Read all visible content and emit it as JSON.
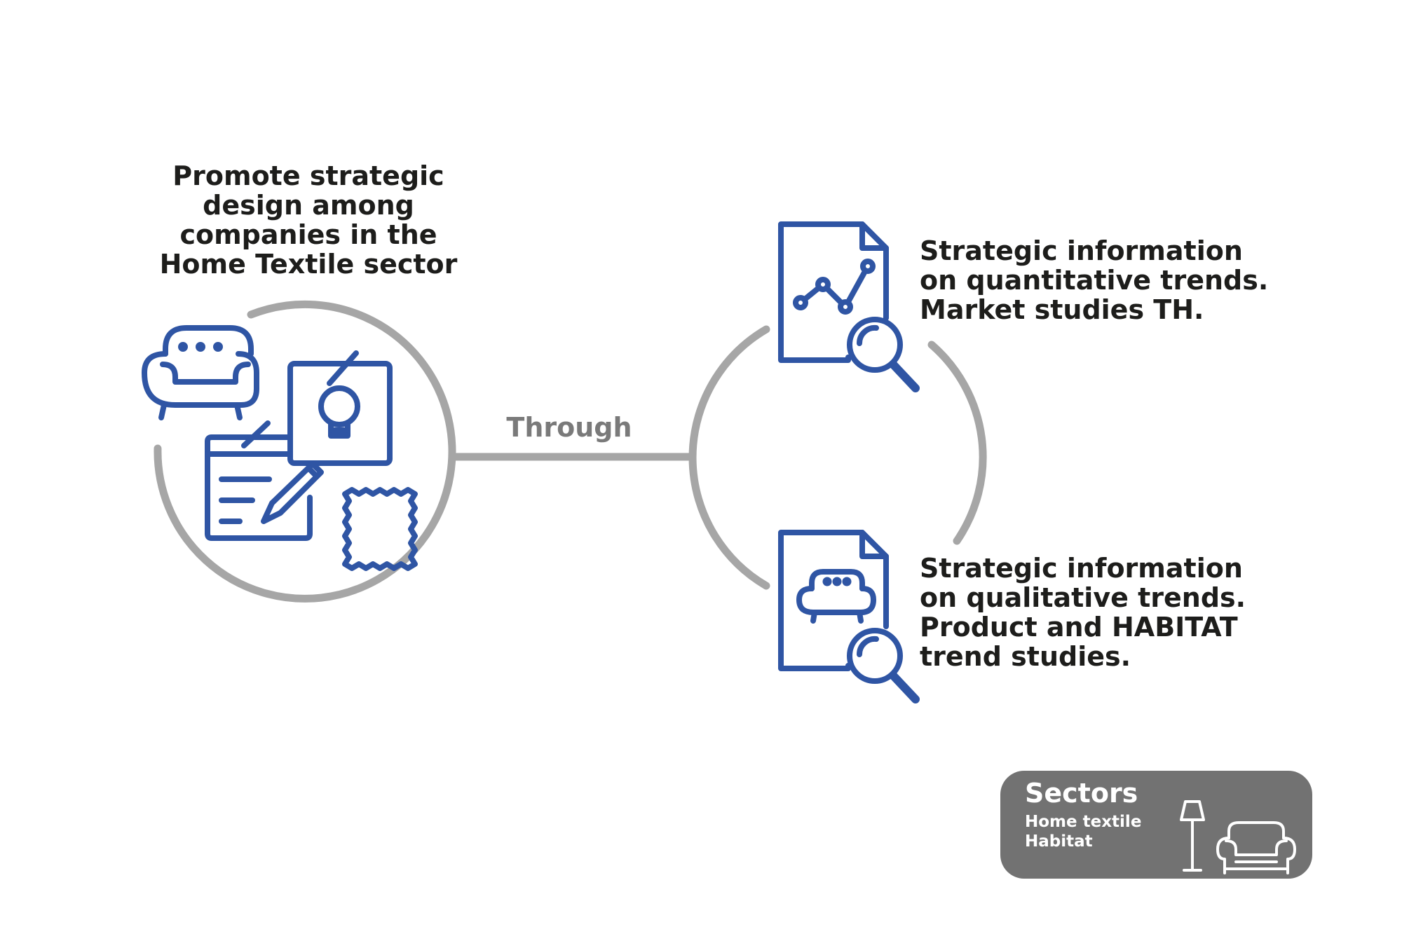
{
  "goal": {
    "lines": [
      "Promote strategic",
      "design among",
      "companies in the",
      "Home Textile sector"
    ]
  },
  "connector": {
    "label": "Through"
  },
  "outputs": [
    {
      "lines": [
        "Strategic information",
        "on quantitative trends.",
        "Market studies TH."
      ],
      "icon": "chart-document-search-icon"
    },
    {
      "lines": [
        "Strategic information",
        "on qualitative trends.",
        "Product and HABITAT",
        "trend studies."
      ],
      "icon": "armchair-document-search-icon"
    }
  ],
  "sectors": {
    "title": "Sectors",
    "items": [
      "Home textile",
      "Habitat"
    ],
    "icons": [
      "floor-lamp-icon",
      "armchair-icon"
    ]
  },
  "colors": {
    "accent_blue": "#2f55a4",
    "ring_gray": "#a6a6a6",
    "label_gray": "#7a7a7a",
    "badge_gray": "#727272",
    "text_dark": "#1d1d1b"
  }
}
